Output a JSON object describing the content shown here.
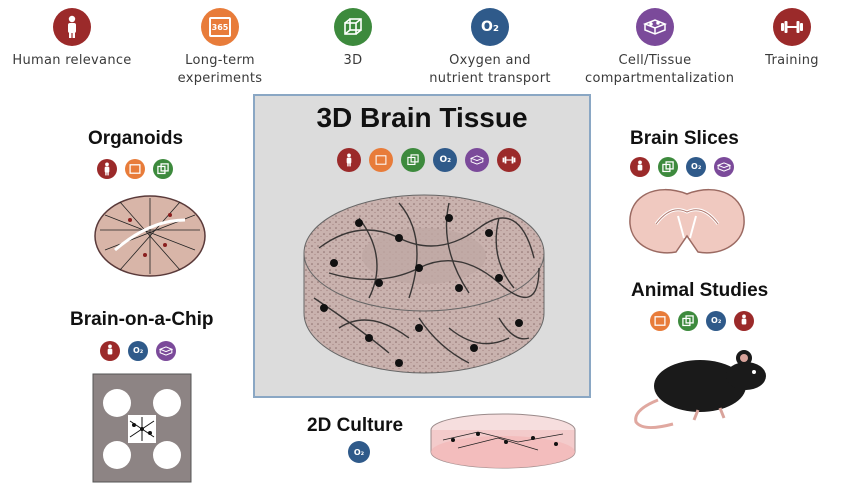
{
  "legend": [
    {
      "icon": "human-icon",
      "label": "Human relevance",
      "color": "#9b2a2a"
    },
    {
      "icon": "calendar-365-icon",
      "label": "Long-term\nexperiments",
      "color": "#e87c3a"
    },
    {
      "icon": "cube-3d-icon",
      "label": "3D",
      "color": "#3d8a3d"
    },
    {
      "icon": "o2-icon",
      "label": "Oxygen and\nnutrient transport",
      "color": "#2f5a8a"
    },
    {
      "icon": "tissue-block-icon",
      "label": "Cell/Tissue\ncompartmentalization",
      "color": "#7b4a9a"
    },
    {
      "icon": "dumbbell-icon",
      "label": "Training",
      "color": "#9b2a2a"
    }
  ],
  "center": {
    "title": "3D Brain Tissue",
    "icons": [
      "human-icon",
      "calendar-365-icon",
      "cube-3d-icon",
      "o2-icon",
      "tissue-block-icon",
      "dumbbell-icon"
    ]
  },
  "organoids": {
    "title": "Organoids",
    "icons": [
      "human-icon",
      "calendar-365-icon",
      "cube-3d-icon"
    ]
  },
  "brain_on_chip": {
    "title": "Brain-on-a-Chip",
    "icons": [
      "human-icon",
      "o2-icon",
      "tissue-block-icon"
    ]
  },
  "brain_slices": {
    "title": "Brain Slices",
    "icons": [
      "human-icon",
      "cube-3d-icon",
      "o2-icon",
      "tissue-block-icon"
    ]
  },
  "animal_studies": {
    "title": "Animal Studies",
    "icons": [
      "calendar-365-icon",
      "cube-3d-icon",
      "o2-icon",
      "human-icon"
    ]
  },
  "culture_2d": {
    "title": "2D Culture",
    "icons": [
      "o2-icon"
    ]
  },
  "o2_text": "O₂",
  "cal_text": "365",
  "colors": {
    "human": "#9b2a2a",
    "calendar": "#e87c3a",
    "cube": "#3d8a3d",
    "o2": "#2f5a8a",
    "tissue": "#7b4a9a",
    "dumbbell": "#9b2a2a",
    "box_border": "#8aa7c4"
  }
}
